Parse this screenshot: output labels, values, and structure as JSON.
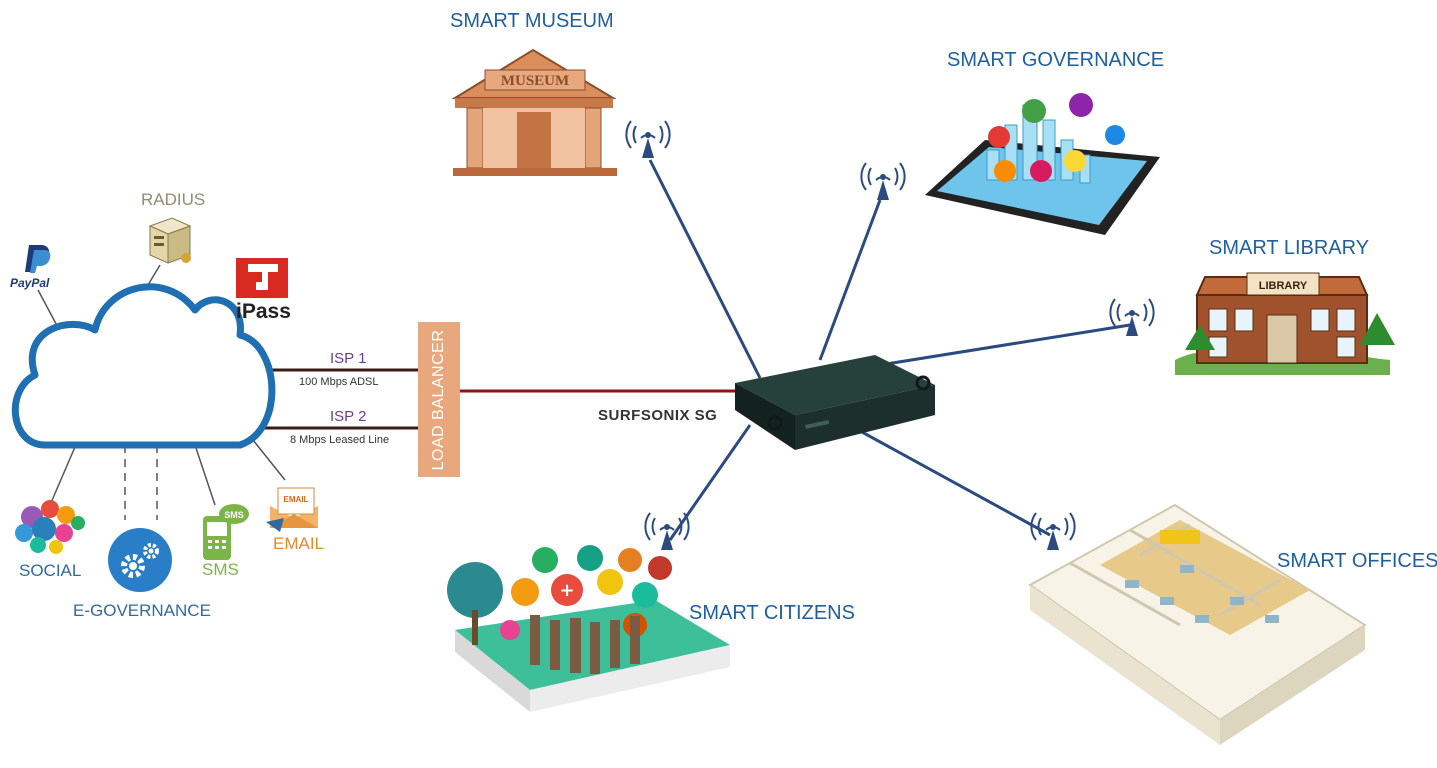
{
  "nodes": {
    "museum": "SMART MUSEUM",
    "governance": "SMART GOVERNANCE",
    "library": "SMART LIBRARY",
    "citizens": "SMART CITIZENS",
    "offices": "SMART OFFICES"
  },
  "museum_sign": "MUSEUM",
  "library_sign": "LIBRARY",
  "device": "SURFSONIX SG",
  "load_balancer": "LOAD BALANCER",
  "isp": [
    {
      "name": "ISP 1",
      "desc": "100 Mbps ADSL"
    },
    {
      "name": "ISP 2",
      "desc": "8 Mbps Leased Line"
    }
  ],
  "cloud_services": {
    "radius": "RADIUS",
    "paypal": "PayPal",
    "ipass": "iPass",
    "social": "SOCIAL",
    "egovernance": "E-GOVERNANCE",
    "sms": "SMS",
    "sms_bubble": "SMS",
    "email": "EMAIL",
    "email_tag": "EMAIL"
  },
  "colors": {
    "title_blue": "#1f5f9e",
    "link_blue": "#2b4a80",
    "cloud_blue": "#1f6fb2",
    "isp_line": "#3b1a1a",
    "lb_line": "#8b1414",
    "load_balancer": "#e8a77c",
    "device": "#1c2f2c"
  },
  "icons": [
    "paypal-icon",
    "server-icon",
    "ipass-icon",
    "social-icon",
    "gears-icon",
    "sms-icon",
    "email-icon",
    "wifi-antenna-icon"
  ]
}
